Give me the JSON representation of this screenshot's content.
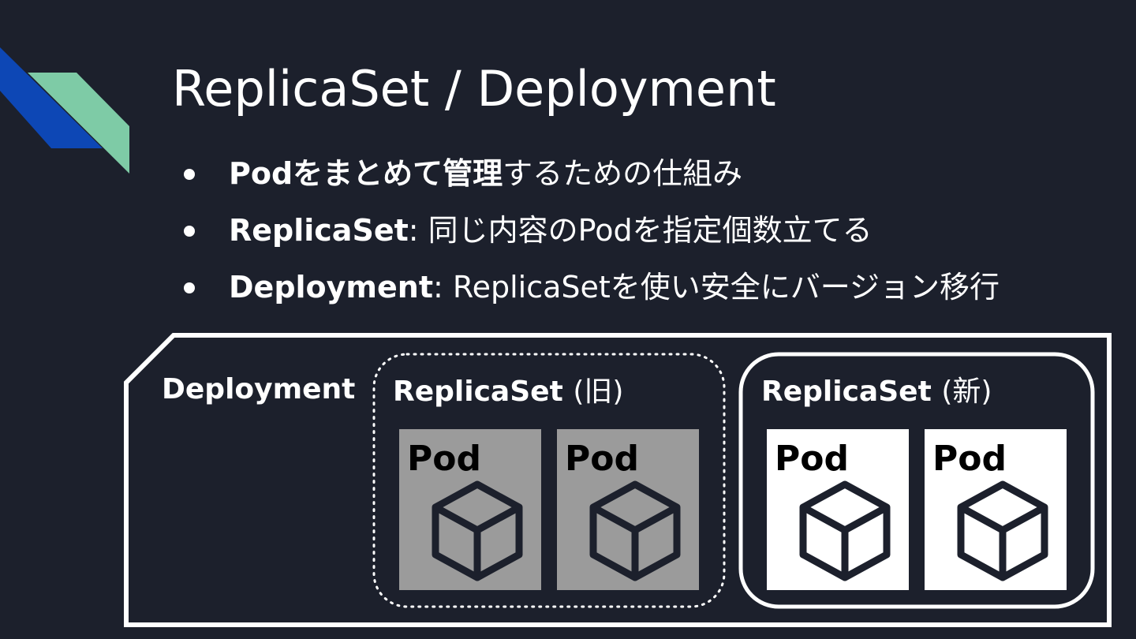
{
  "slide": {
    "title": "ReplicaSet / Deployment",
    "bullets": [
      {
        "bold": "Podをまとめて管理",
        "rest": "するための仕組み"
      },
      {
        "bold": "ReplicaSet",
        "rest": ": 同じ内容のPodを指定個数立てる"
      },
      {
        "bold": "Deployment",
        "rest": ": ReplicaSetを使い安全にバージョン移行"
      }
    ]
  },
  "diagram": {
    "deployment_label": "Deployment",
    "old_replicaset": {
      "name": "ReplicaSet",
      "note": "(旧)"
    },
    "new_replicaset": {
      "name": "ReplicaSet",
      "note": "(新)"
    },
    "pods": [
      {
        "label": "Pod",
        "group": "old"
      },
      {
        "label": "Pod",
        "group": "old"
      },
      {
        "label": "Pod",
        "group": "new"
      },
      {
        "label": "Pod",
        "group": "new"
      }
    ]
  },
  "colors": {
    "background": "#1c202c",
    "accent_blue": "#0d47b5",
    "accent_green": "#7ecba6",
    "old_pod": "#9b9b9b",
    "new_pod": "#ffffff"
  }
}
